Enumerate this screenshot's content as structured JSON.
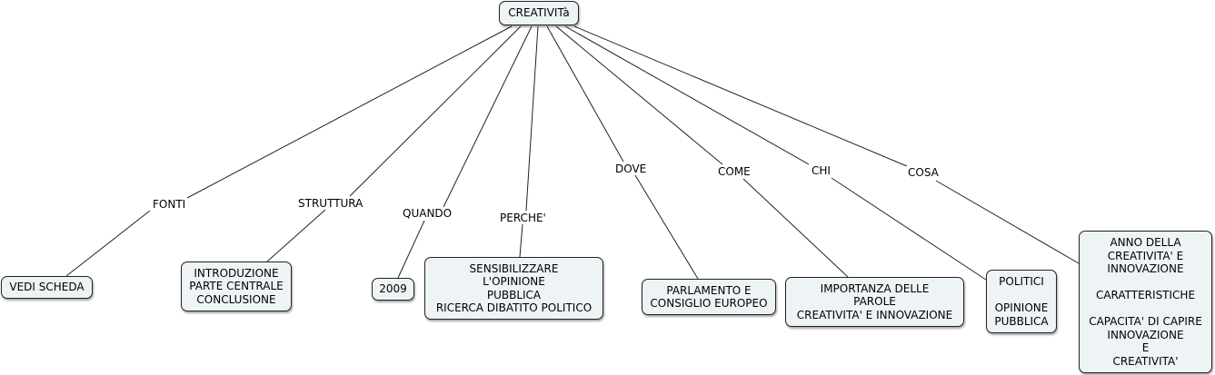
{
  "root": "CREATIVITà",
  "branches": {
    "fonti": {
      "label": "FONTI",
      "node": "VEDI SCHEDA"
    },
    "struttura": {
      "label": "STRUTTURA",
      "node": "INTRODUZIONE\nPARTE CENTRALE\nCONCLUSIONE"
    },
    "quando": {
      "label": "QUANDO",
      "node": "2009"
    },
    "perche": {
      "label": "PERCHE'",
      "node": "SENSIBILIZZARE\nL'OPINIONE\nPUBBLICA\nRICERCA DIBATITO POLITICO"
    },
    "dove": {
      "label": "DOVE",
      "node": "PARLAMENTO E\nCONSIGLIO EUROPEO"
    },
    "come": {
      "label": "COME",
      "node": "IMPORTANZA DELLE\nPAROLE\nCREATIVITA' E INNOVAZIONE"
    },
    "chi": {
      "label": "CHI",
      "node": "POLITICI\n\nOPINIONE\nPUBBLICA"
    },
    "cosa": {
      "label": "COSA",
      "node": "ANNO DELLA\nCREATIVITA' E\nINNOVAZIONE\n\nCARATTERISTICHE\n\nCAPACITA' DI CAPIRE\nINNOVAZIONE\nE\nCREATIVITA'"
    }
  }
}
